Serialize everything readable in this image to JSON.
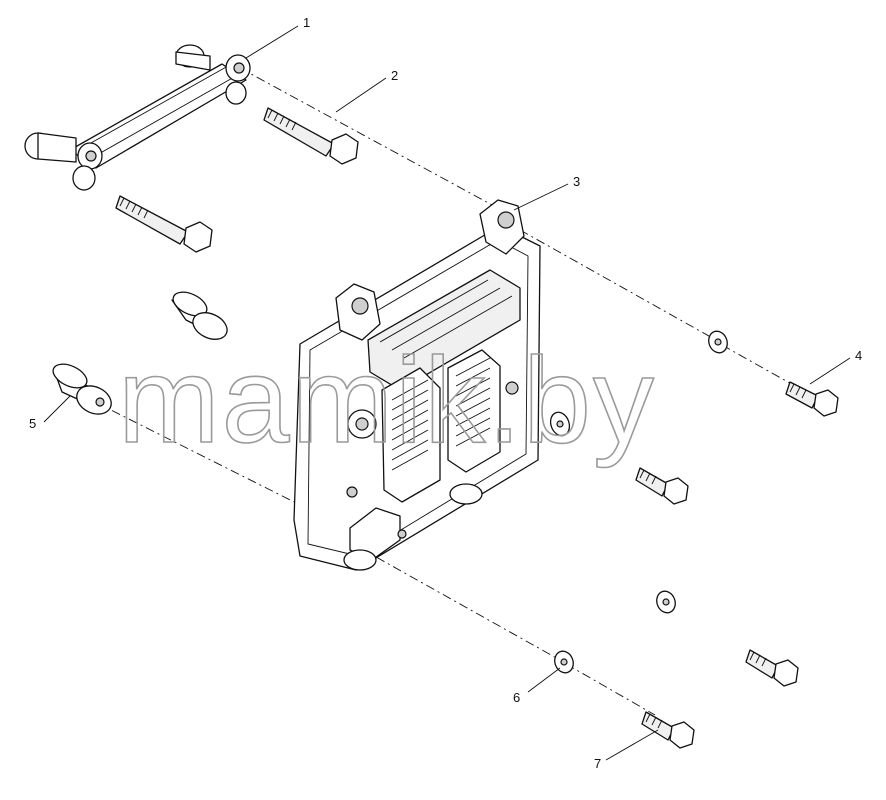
{
  "diagram": {
    "callouts": [
      "1",
      "2",
      "3",
      "4",
      "5",
      "6",
      "7"
    ],
    "watermark": "mamik.by"
  }
}
